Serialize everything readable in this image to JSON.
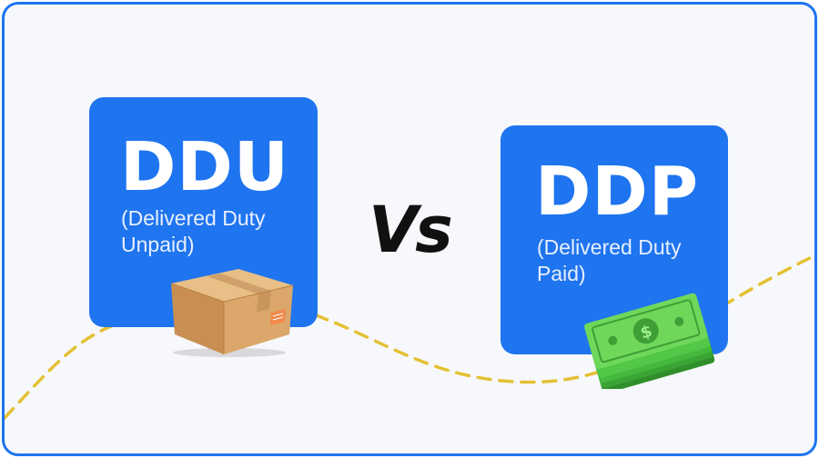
{
  "ddu": {
    "abbreviation": "DDU",
    "full_name": "(Delivered Duty Unpaid)"
  },
  "ddp": {
    "abbreviation": "DDP",
    "full_name": "(Delivered Duty Paid)"
  },
  "versus": "Vs",
  "icons": {
    "ddu": "cardboard-box-icon",
    "ddp": "cash-stack-icon"
  },
  "colors": {
    "accent": "#1f74f0",
    "curve": "#e4c033",
    "text_dark": "#111111"
  }
}
